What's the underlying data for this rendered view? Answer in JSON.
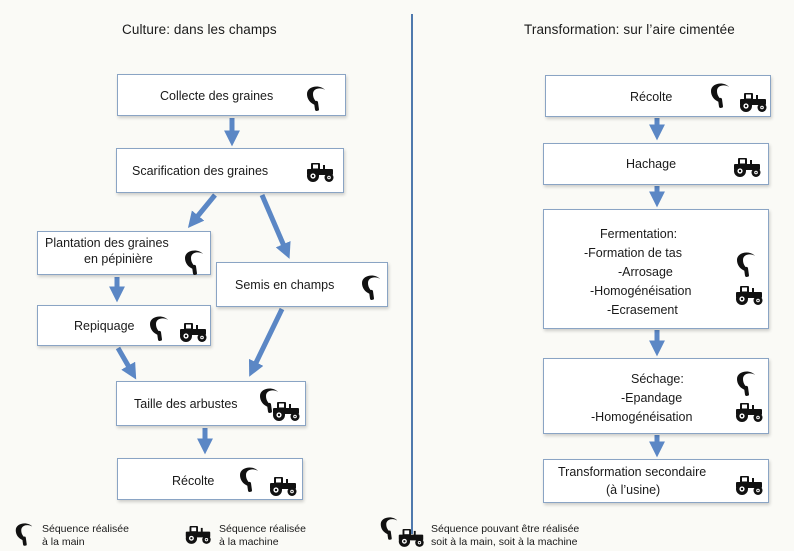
{
  "titles": {
    "left": "Culture: dans les champs",
    "right": "Transformation: sur l’aire cimentée"
  },
  "left": {
    "collecte": "Collecte des graines",
    "scarification": "Scarification des graines",
    "plantation": [
      "Plantation des graines",
      "en pépinière"
    ],
    "semis": "Semis en champs",
    "repiquage": "Repiquage",
    "taille": "Taille des arbustes",
    "recolte": "Récolte"
  },
  "right": {
    "recolte": "Récolte",
    "hachage": "Hachage",
    "fermentation": [
      "Fermentation:",
      "-Formation de tas",
      "-Arrosage",
      "-Homogénéisation",
      "-Ecrasement"
    ],
    "sechage": [
      "Séchage:",
      "-Epandage",
      "-Homogénéisation"
    ],
    "transformation": [
      "Transformation secondaire",
      "(à l’usine)"
    ]
  },
  "legend": {
    "main": [
      "Séquence réalisée",
      "à la main"
    ],
    "machine": [
      "Séquence réalisée",
      "à la machine"
    ],
    "both": [
      "Séquence pouvant être réalisée",
      "soit à la main, soit à la machine"
    ]
  },
  "icons": {
    "hand": "sickle-icon",
    "machine": "tractor-icon"
  },
  "colors": {
    "arrow": "#5b87c5",
    "divider": "#4f79ad",
    "box_border": "#8aa4c4"
  }
}
